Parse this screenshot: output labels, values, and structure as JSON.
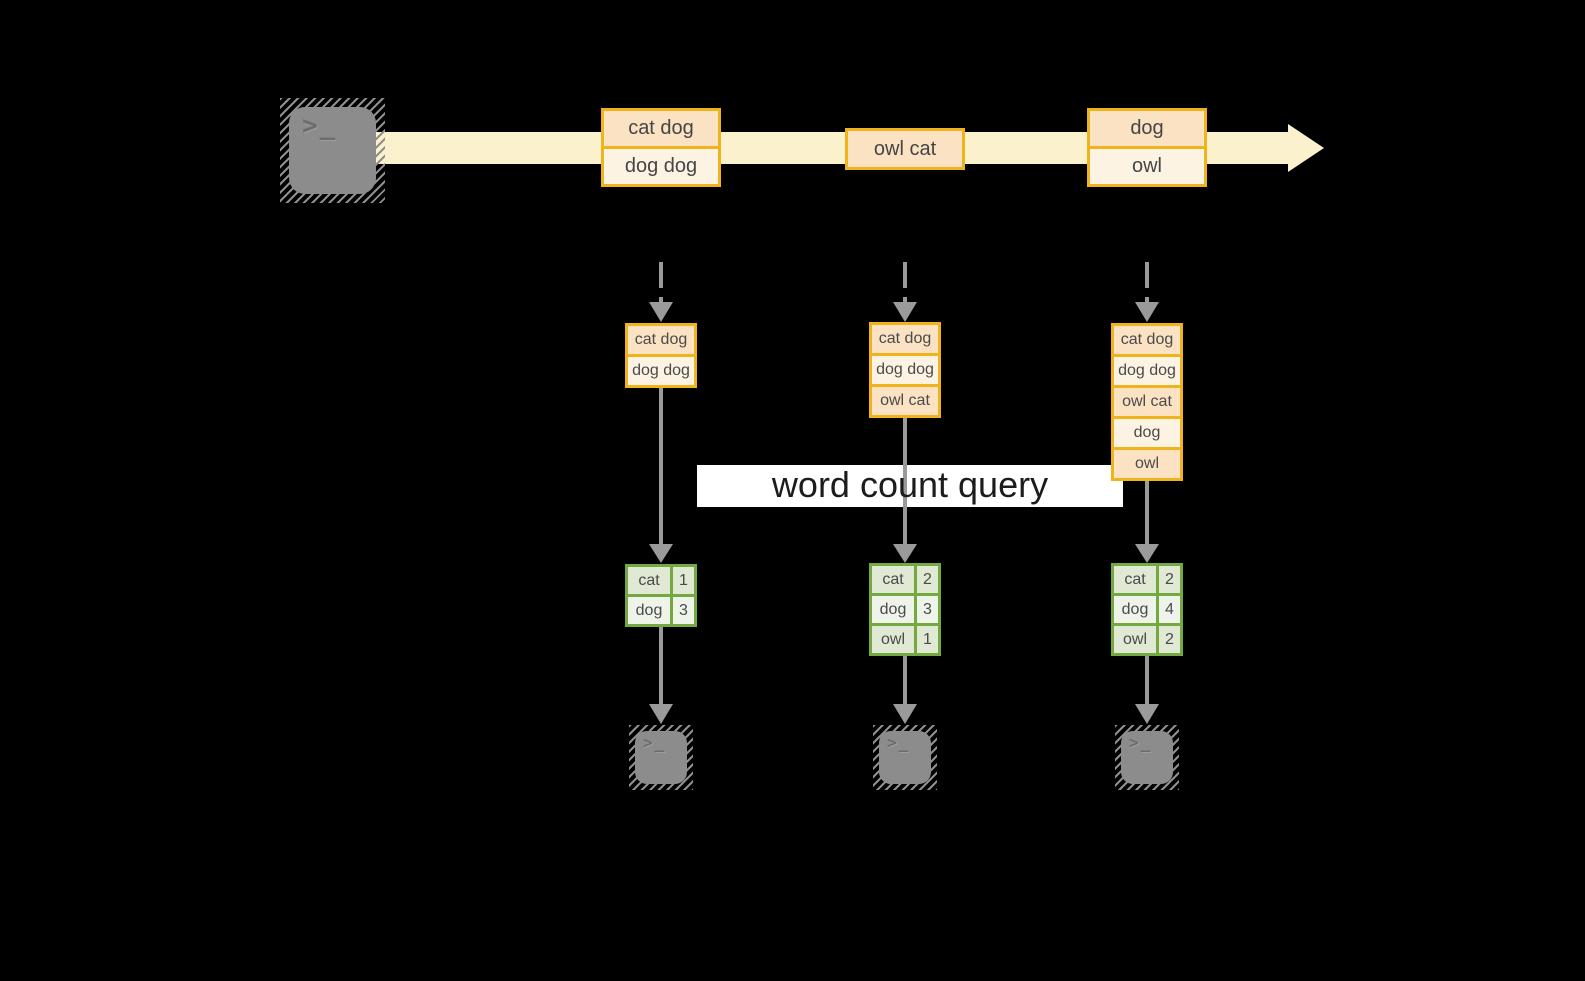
{
  "query_label": "word count query",
  "terminal_glyph": ">_",
  "stream_events": [
    {
      "lines": [
        "cat dog",
        "dog dog"
      ]
    },
    {
      "lines": [
        "owl cat"
      ]
    },
    {
      "lines": [
        "dog",
        "owl"
      ]
    }
  ],
  "workers": [
    {
      "state": [
        "cat dog",
        "dog dog"
      ],
      "counts": [
        {
          "word": "cat",
          "count": "1"
        },
        {
          "word": "dog",
          "count": "3"
        }
      ]
    },
    {
      "state": [
        "cat dog",
        "dog dog",
        "owl cat"
      ],
      "counts": [
        {
          "word": "cat",
          "count": "2"
        },
        {
          "word": "dog",
          "count": "3"
        },
        {
          "word": "owl",
          "count": "1"
        }
      ]
    },
    {
      "state": [
        "cat dog",
        "dog dog",
        "owl cat",
        "dog",
        "owl"
      ],
      "counts": [
        {
          "word": "cat",
          "count": "2"
        },
        {
          "word": "dog",
          "count": "4"
        },
        {
          "word": "owl",
          "count": "2"
        }
      ]
    }
  ],
  "colors": {
    "stream_band": "#fcf1cd",
    "event_border": "#f0b31c",
    "event_fill_dark": "#fbe2c3",
    "event_fill_light": "#fdf3e3",
    "count_border": "#74a93f",
    "count_fill_dark": "#dfe9d4",
    "count_fill_light": "#eef4ea",
    "arrow_gray": "#9a9a9a",
    "terminal_gray": "#8c8c8c",
    "query_band_bg": "#ffffff",
    "query_text": "#1c1c1c"
  }
}
